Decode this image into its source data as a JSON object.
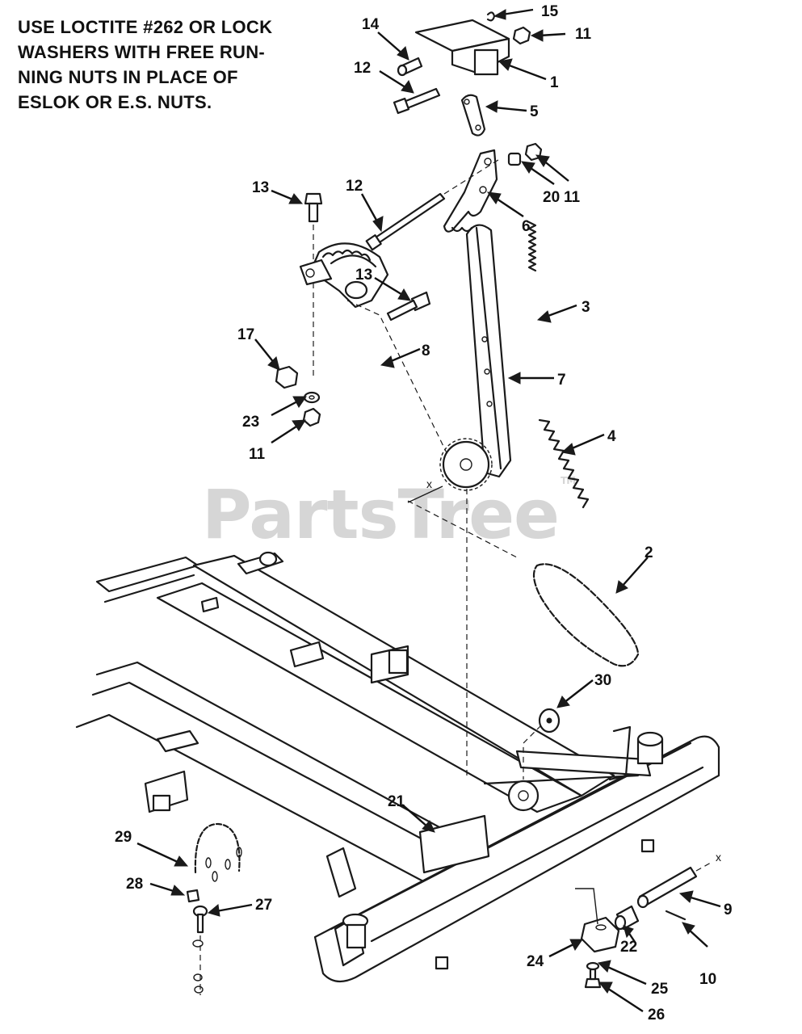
{
  "note": {
    "lines": [
      "USE LOCTITE #262 OR LOCK",
      "WASHERS WITH FREE RUN-",
      "NING  NUTS IN PLACE OF",
      "ESLOK OR E.S. NUTS."
    ]
  },
  "watermark": {
    "text": "PartsTree",
    "trademark": "TM"
  },
  "diagram": {
    "alignment_marks": [
      "x",
      "x"
    ],
    "callouts": [
      "15",
      "14",
      "11",
      "12",
      "1",
      "5",
      "13",
      "12",
      "20",
      "11",
      "6",
      "13",
      "3",
      "17",
      "8",
      "7",
      "23",
      "11",
      "4",
      "2",
      "30",
      "21",
      "29",
      "28",
      "27",
      "9",
      "22",
      "10",
      "24",
      "25",
      "26"
    ]
  }
}
